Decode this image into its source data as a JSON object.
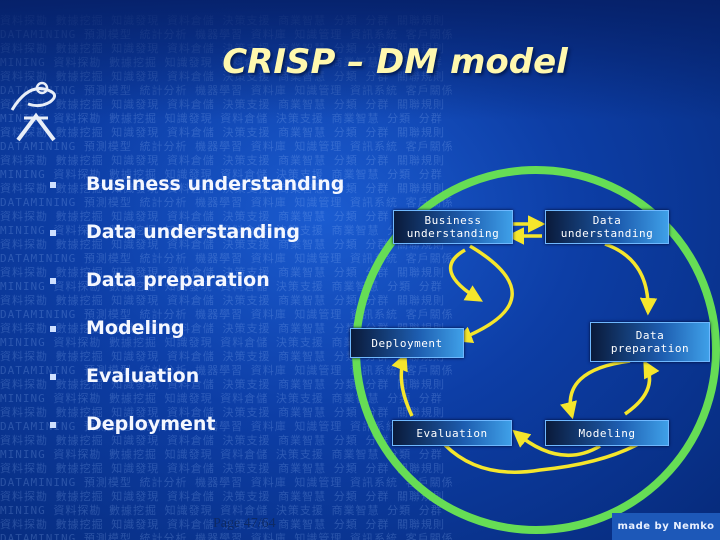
{
  "title": "CRISP – DM model",
  "bullets": [
    "Business understanding",
    "Data understanding",
    "Data preparation",
    "Modeling",
    "Evaluation",
    "Deployment"
  ],
  "diagram": {
    "stages": {
      "business": [
        "Business",
        "understanding"
      ],
      "data_understanding": [
        "Data",
        "understanding"
      ],
      "deployment": "Deployment",
      "data_preparation": [
        "Data",
        "preparation"
      ],
      "evaluation": "Evaluation",
      "modeling": "Modeling"
    }
  },
  "footer": {
    "page": "Page 47/64",
    "badge": "made by Nemko"
  },
  "colors": {
    "background": "#0d3ea6",
    "title": "#fff8ae",
    "circle": "#66dd55",
    "arrow": "#f5e62c"
  }
}
